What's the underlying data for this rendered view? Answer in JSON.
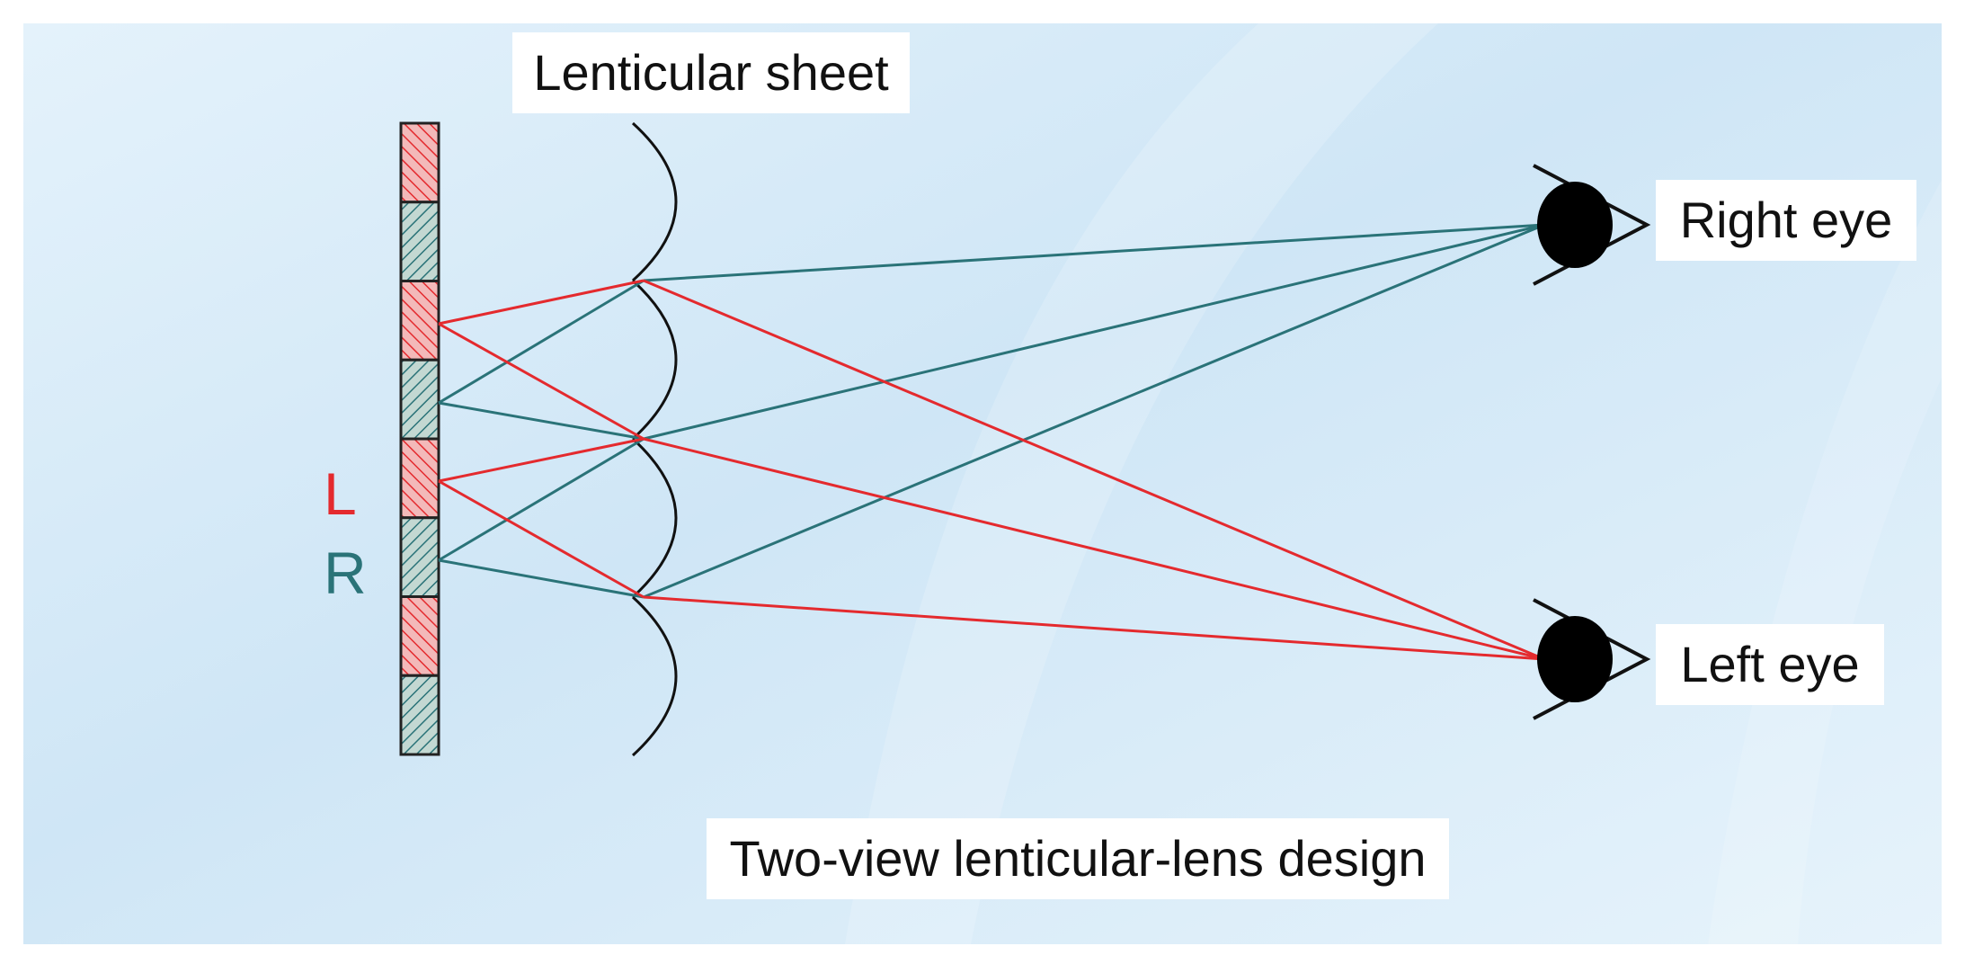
{
  "labels": {
    "sheet": "Lenticular sheet",
    "right_eye": "Right eye",
    "left_eye": "Left eye",
    "caption": "Two-view lenticular-lens design",
    "left_letter": "L",
    "right_letter": "R"
  },
  "colors": {
    "left_ray": "#e42a2e",
    "right_ray": "#2a7378",
    "left_pixel_fill": "#f3b9b9",
    "right_pixel_fill": "#c3d8d2",
    "background": "#dcedf8",
    "outline": "#222222"
  },
  "pixel_strip": [
    "L",
    "R",
    "L",
    "R",
    "L",
    "R",
    "L",
    "R"
  ]
}
